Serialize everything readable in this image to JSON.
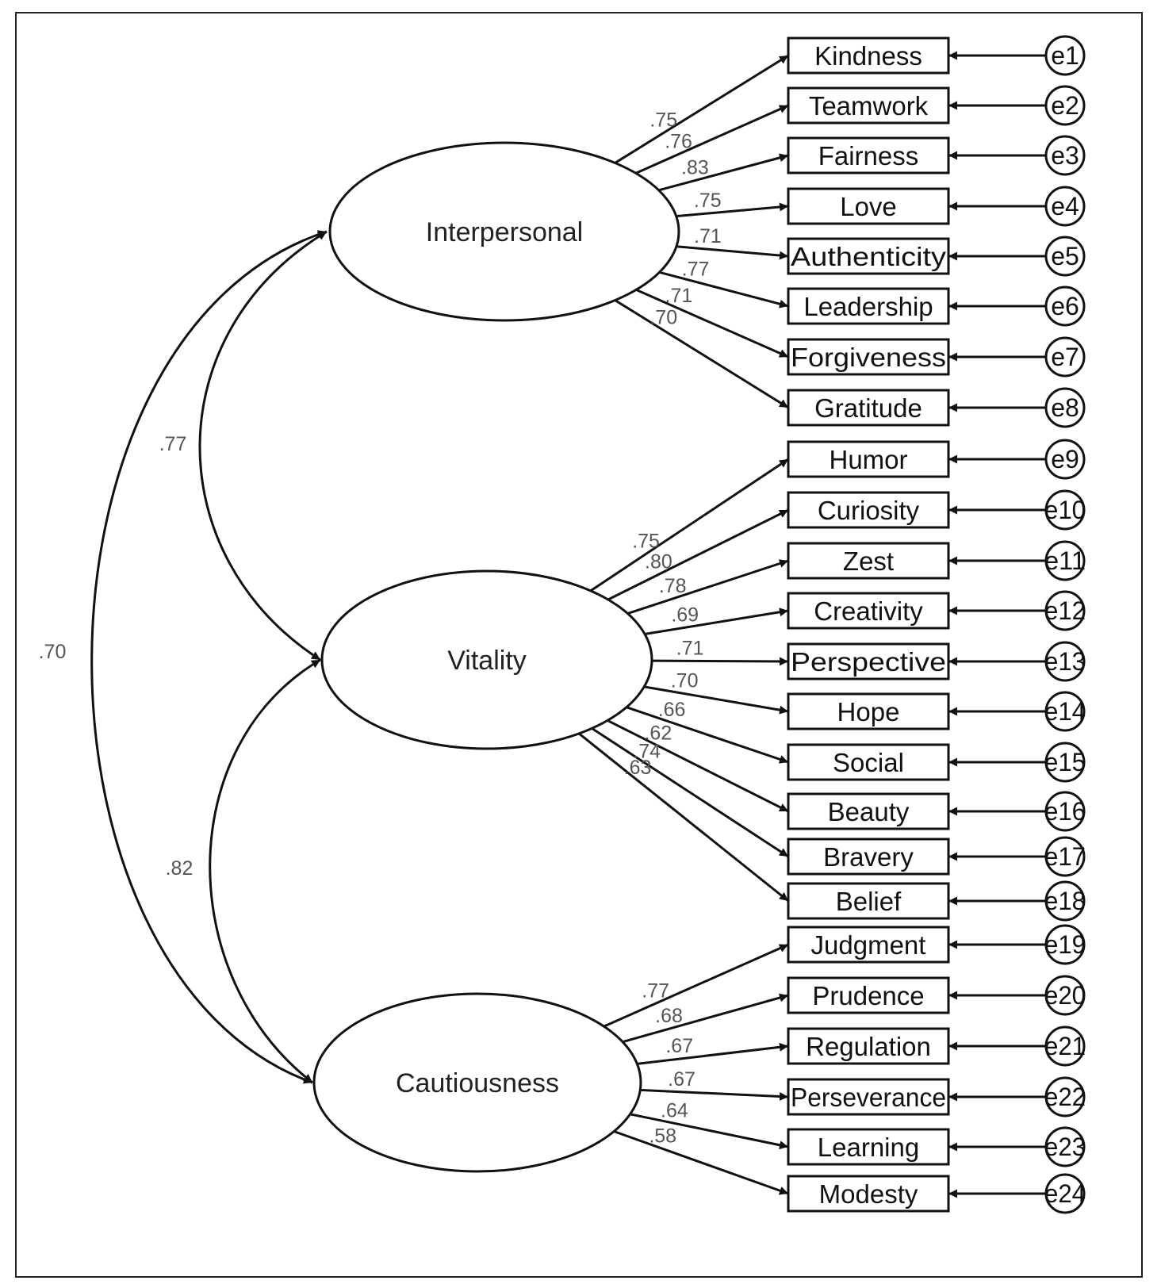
{
  "factors": [
    {
      "id": "interpersonal",
      "label": "Interpersonal"
    },
    {
      "id": "vitality",
      "label": "Vitality"
    },
    {
      "id": "cautiousness",
      "label": "Cautiousness"
    }
  ],
  "correlations": [
    {
      "from": "interpersonal",
      "to": "vitality",
      "value": ".77"
    },
    {
      "from": "vitality",
      "to": "cautiousness",
      "value": ".82"
    },
    {
      "from": "interpersonal",
      "to": "cautiousness",
      "value": ".70"
    }
  ],
  "indicators": [
    {
      "label": "Kindness",
      "factor": "interpersonal",
      "loading": ".75",
      "error": "e1"
    },
    {
      "label": "Teamwork",
      "factor": "interpersonal",
      "loading": ".76",
      "error": "e2"
    },
    {
      "label": "Fairness",
      "factor": "interpersonal",
      "loading": ".83",
      "error": "e3"
    },
    {
      "label": "Love",
      "factor": "interpersonal",
      "loading": ".75",
      "error": "e4"
    },
    {
      "label": "Authenticity",
      "factor": "interpersonal",
      "loading": ".71",
      "error": "e5"
    },
    {
      "label": "Leadership",
      "factor": "interpersonal",
      "loading": ".77",
      "error": "e6"
    },
    {
      "label": "Forgiveness",
      "factor": "interpersonal",
      "loading": ".71",
      "error": "e7"
    },
    {
      "label": "Gratitude",
      "factor": "interpersonal",
      "loading": ".70",
      "error": "e8"
    },
    {
      "label": "Humor",
      "factor": "vitality",
      "loading": ".75",
      "error": "e9"
    },
    {
      "label": "Curiosity",
      "factor": "vitality",
      "loading": ".80",
      "error": "e10"
    },
    {
      "label": "Zest",
      "factor": "vitality",
      "loading": ".78",
      "error": "e11"
    },
    {
      "label": "Creativity",
      "factor": "vitality",
      "loading": ".69",
      "error": "e12"
    },
    {
      "label": "Perspective",
      "factor": "vitality",
      "loading": ".71",
      "error": "e13"
    },
    {
      "label": "Hope",
      "factor": "vitality",
      "loading": ".70",
      "error": "e14"
    },
    {
      "label": "Social",
      "factor": "vitality",
      "loading": ".66",
      "error": "e15"
    },
    {
      "label": "Beauty",
      "factor": "vitality",
      "loading": ".62",
      "error": "e16"
    },
    {
      "label": "Bravery",
      "factor": "vitality",
      "loading": ".74",
      "error": "e17"
    },
    {
      "label": "Belief",
      "factor": "vitality",
      "loading": ".63",
      "error": "e18"
    },
    {
      "label": "Judgment",
      "factor": "cautiousness",
      "loading": ".77",
      "error": "e19"
    },
    {
      "label": "Prudence",
      "factor": "cautiousness",
      "loading": ".68",
      "error": "e20"
    },
    {
      "label": "Regulation",
      "factor": "cautiousness",
      "loading": ".67",
      "error": "e21"
    },
    {
      "label": "Perseverance",
      "factor": "cautiousness",
      "loading": ".67",
      "error": "e22"
    },
    {
      "label": "Learning",
      "factor": "cautiousness",
      "loading": ".64",
      "error": "e23"
    },
    {
      "label": "Modesty",
      "factor": "cautiousness",
      "loading": ".58",
      "error": "e24"
    }
  ]
}
